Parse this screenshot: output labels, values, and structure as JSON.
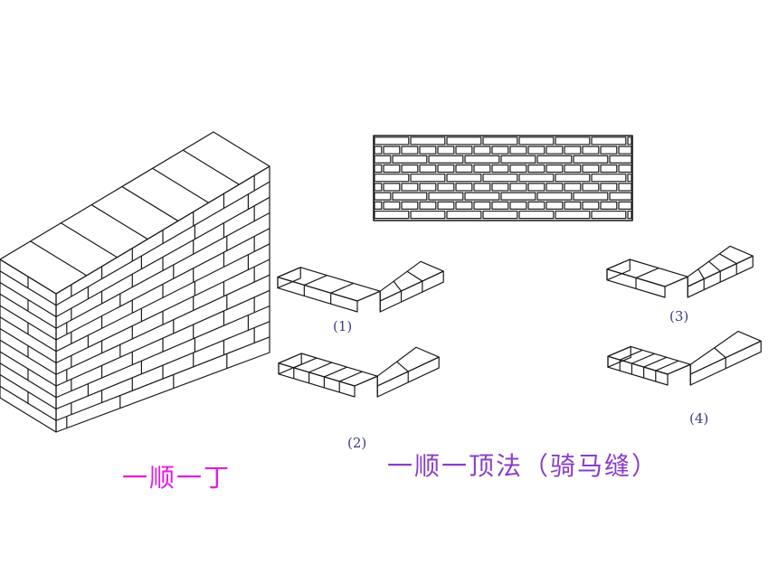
{
  "labels": {
    "corner_1": "(1)",
    "corner_2": "(2)",
    "corner_3": "(3)",
    "corner_4": "(4)"
  },
  "captions": {
    "wall": "一顺一丁",
    "corner": "一顺一顶法（骑马缝）"
  },
  "colors": {
    "line": "#1a1a1a",
    "caption_wall": "#e21ce0",
    "caption_corner": "#8a3ec8",
    "label": "#3a3a8a"
  }
}
